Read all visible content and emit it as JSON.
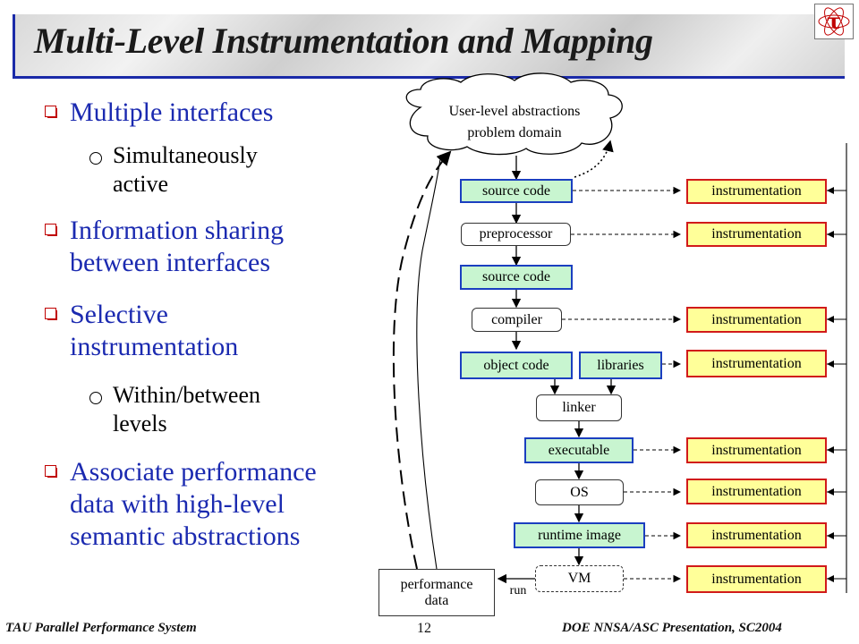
{
  "title": "Multi-Level Instrumentation and Mapping",
  "bullets": [
    {
      "text": "Multiple interfaces",
      "sub": [
        "Simultaneously active"
      ]
    },
    {
      "text": "Information sharing between interfaces"
    },
    {
      "text": "Selective instrumentation",
      "sub": [
        "Within/between levels"
      ]
    },
    {
      "text": "Associate performance data with high-level semantic abstractions"
    }
  ],
  "diagram": {
    "cloud_line1": "User-level abstractions",
    "cloud_line2": "problem domain",
    "source_code_1": "source code",
    "preprocessor": "preprocessor",
    "source_code_2": "source code",
    "compiler": "compiler",
    "object_code": "object code",
    "libraries": "libraries",
    "linker": "linker",
    "executable": "executable",
    "os": "OS",
    "runtime_image": "runtime image",
    "vm": "VM",
    "performance_line1": "performance",
    "performance_line2": "data",
    "run_label": "run",
    "instrumentation": [
      "instrumentation",
      "instrumentation",
      "instrumentation",
      "instrumentation",
      "instrumentation",
      "instrumentation",
      "instrumentation",
      "instrumentation"
    ]
  },
  "footer": {
    "left": "TAU Parallel Performance System",
    "page": "12",
    "right": "DOE NNSA/ASC Presentation, SC2004"
  },
  "colors": {
    "bullet_blue": "#1b2ab0",
    "green_fill": "#c8f5d0",
    "blue_border": "#1b3fc0",
    "instr_fill": "#ffff99",
    "instr_border": "#d11a1a"
  }
}
